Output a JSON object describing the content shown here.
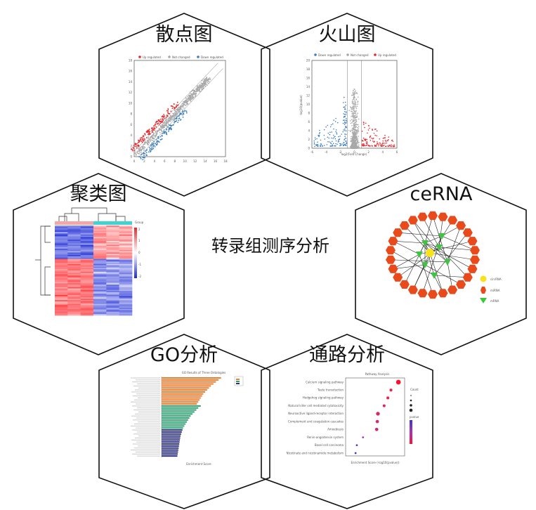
{
  "center_title": "转录组测序分析",
  "panels": {
    "scatter": {
      "title": "散点图",
      "legend": [
        "Up regulated",
        "Not changed",
        "Down regulated"
      ],
      "ticks": [
        "0",
        "2",
        "4",
        "6",
        "8",
        "10",
        "12",
        "14",
        "16",
        "18"
      ]
    },
    "volcano": {
      "title": "火山图",
      "legend": [
        "Down regulated",
        "Not changed",
        "Up regulated"
      ],
      "xlabel": "log2(Fold Change)",
      "ylabel": "-log10(pvalue)",
      "xticks": [
        "-6",
        "-4",
        "-2",
        "0",
        "2",
        "4",
        "6"
      ],
      "yticks": [
        "0",
        "2",
        "4",
        "6",
        "8",
        "10",
        "12",
        "14",
        "16",
        "18",
        "20"
      ]
    },
    "cluster": {
      "title": "聚类图",
      "legend_title": "Group",
      "scale": [
        "2",
        "1",
        "0",
        "-1",
        "-2"
      ]
    },
    "cerna": {
      "title": "ceRNA",
      "legend": [
        "circRNA",
        "miRNA",
        "mRNA"
      ]
    },
    "go": {
      "title": "GO分析",
      "chart_title": "GO Results of Three Ontologies",
      "xlabel": "Enrichment Score"
    },
    "pathway": {
      "title": "通路分析",
      "chart_title": "Pathway Analysis",
      "xlabel": "Enrichment Score (-log10(pvalue))",
      "terms": [
        "Calcium signaling pathway",
        "Taste transduction",
        "Hedgehog signaling pathway",
        "Natural killer cell mediated cytotoxicity",
        "Neuroactive ligand-receptor interaction",
        "Complement and coagulation cascades",
        "Amoebiasis",
        "Renin-angiotensin system",
        "Basal cell carcinoma",
        "Nicotinate and nicotinamide metabolism"
      ],
      "count_label": "Count",
      "pvalue_label": "pvalue"
    }
  },
  "colors": {
    "up": "#e8262b",
    "down": "#3d7fc0",
    "neutral": "#a8a8a8",
    "orange": "#ed7d31",
    "green": "#2e9e72",
    "navy": "#2b2f7a",
    "circ": "#f7e21b",
    "mirna": "#e84a1b",
    "mrna": "#3ec43e",
    "hex_stroke": "#111111"
  },
  "chart_data": [
    {
      "type": "scatter",
      "title": "",
      "xlabel": "",
      "ylabel": "",
      "xlim": [
        0,
        18
      ],
      "ylim": [
        0,
        18
      ],
      "series": [
        {
          "name": "Up regulated"
        },
        {
          "name": "Not changed"
        },
        {
          "name": "Down regulated"
        }
      ]
    },
    {
      "type": "scatter",
      "title": "",
      "xlabel": "log2(Fold Change)",
      "ylabel": "-log10(pvalue)",
      "xlim": [
        -6,
        6
      ],
      "ylim": [
        0,
        20
      ],
      "series": [
        {
          "name": "Down regulated"
        },
        {
          "name": "Not changed"
        },
        {
          "name": "Up regulated"
        }
      ]
    },
    {
      "type": "bar",
      "title": "GO Results of Three Ontologies",
      "xlabel": "Enrichment Score",
      "values": [
        9.4,
        9.0,
        8.6,
        8.2,
        7.8,
        7.5,
        7.2,
        6.9,
        6.6,
        6.4,
        6.2,
        6.0,
        5.8,
        5.6,
        6.2,
        5.8,
        5.5,
        5.2,
        4.9,
        4.6,
        4.4,
        4.2,
        4.0,
        3.8,
        3.6,
        3.4,
        3.3,
        3.2,
        3.1,
        3.0,
        2.95,
        2.9,
        2.85,
        2.8,
        2.75,
        2.7,
        2.65,
        2.6,
        2.55,
        2.5
      ],
      "groups": [
        14,
        12,
        14
      ]
    },
    {
      "type": "scatter",
      "title": "Pathway Analysis",
      "xlabel": "Enrichment Score (-log10(pvalue))",
      "categories": [
        "Calcium signaling pathway",
        "Taste transduction",
        "Hedgehog signaling pathway",
        "Natural killer cell mediated cytotoxicity",
        "Neuroactive ligand-receptor interaction",
        "Complement and coagulation cascades",
        "Amoebiasis",
        "Renin-angiotensin system",
        "Basal cell carcinoma",
        "Nicotinate and nicotinamide metabolism"
      ],
      "values": [
        2.45,
        2.33,
        2.28,
        2.22,
        2.12,
        2.11,
        2.1,
        1.88,
        1.78,
        1.76
      ],
      "sizes": [
        8,
        4,
        4,
        4,
        6,
        5,
        5,
        2,
        2,
        2
      ]
    }
  ]
}
